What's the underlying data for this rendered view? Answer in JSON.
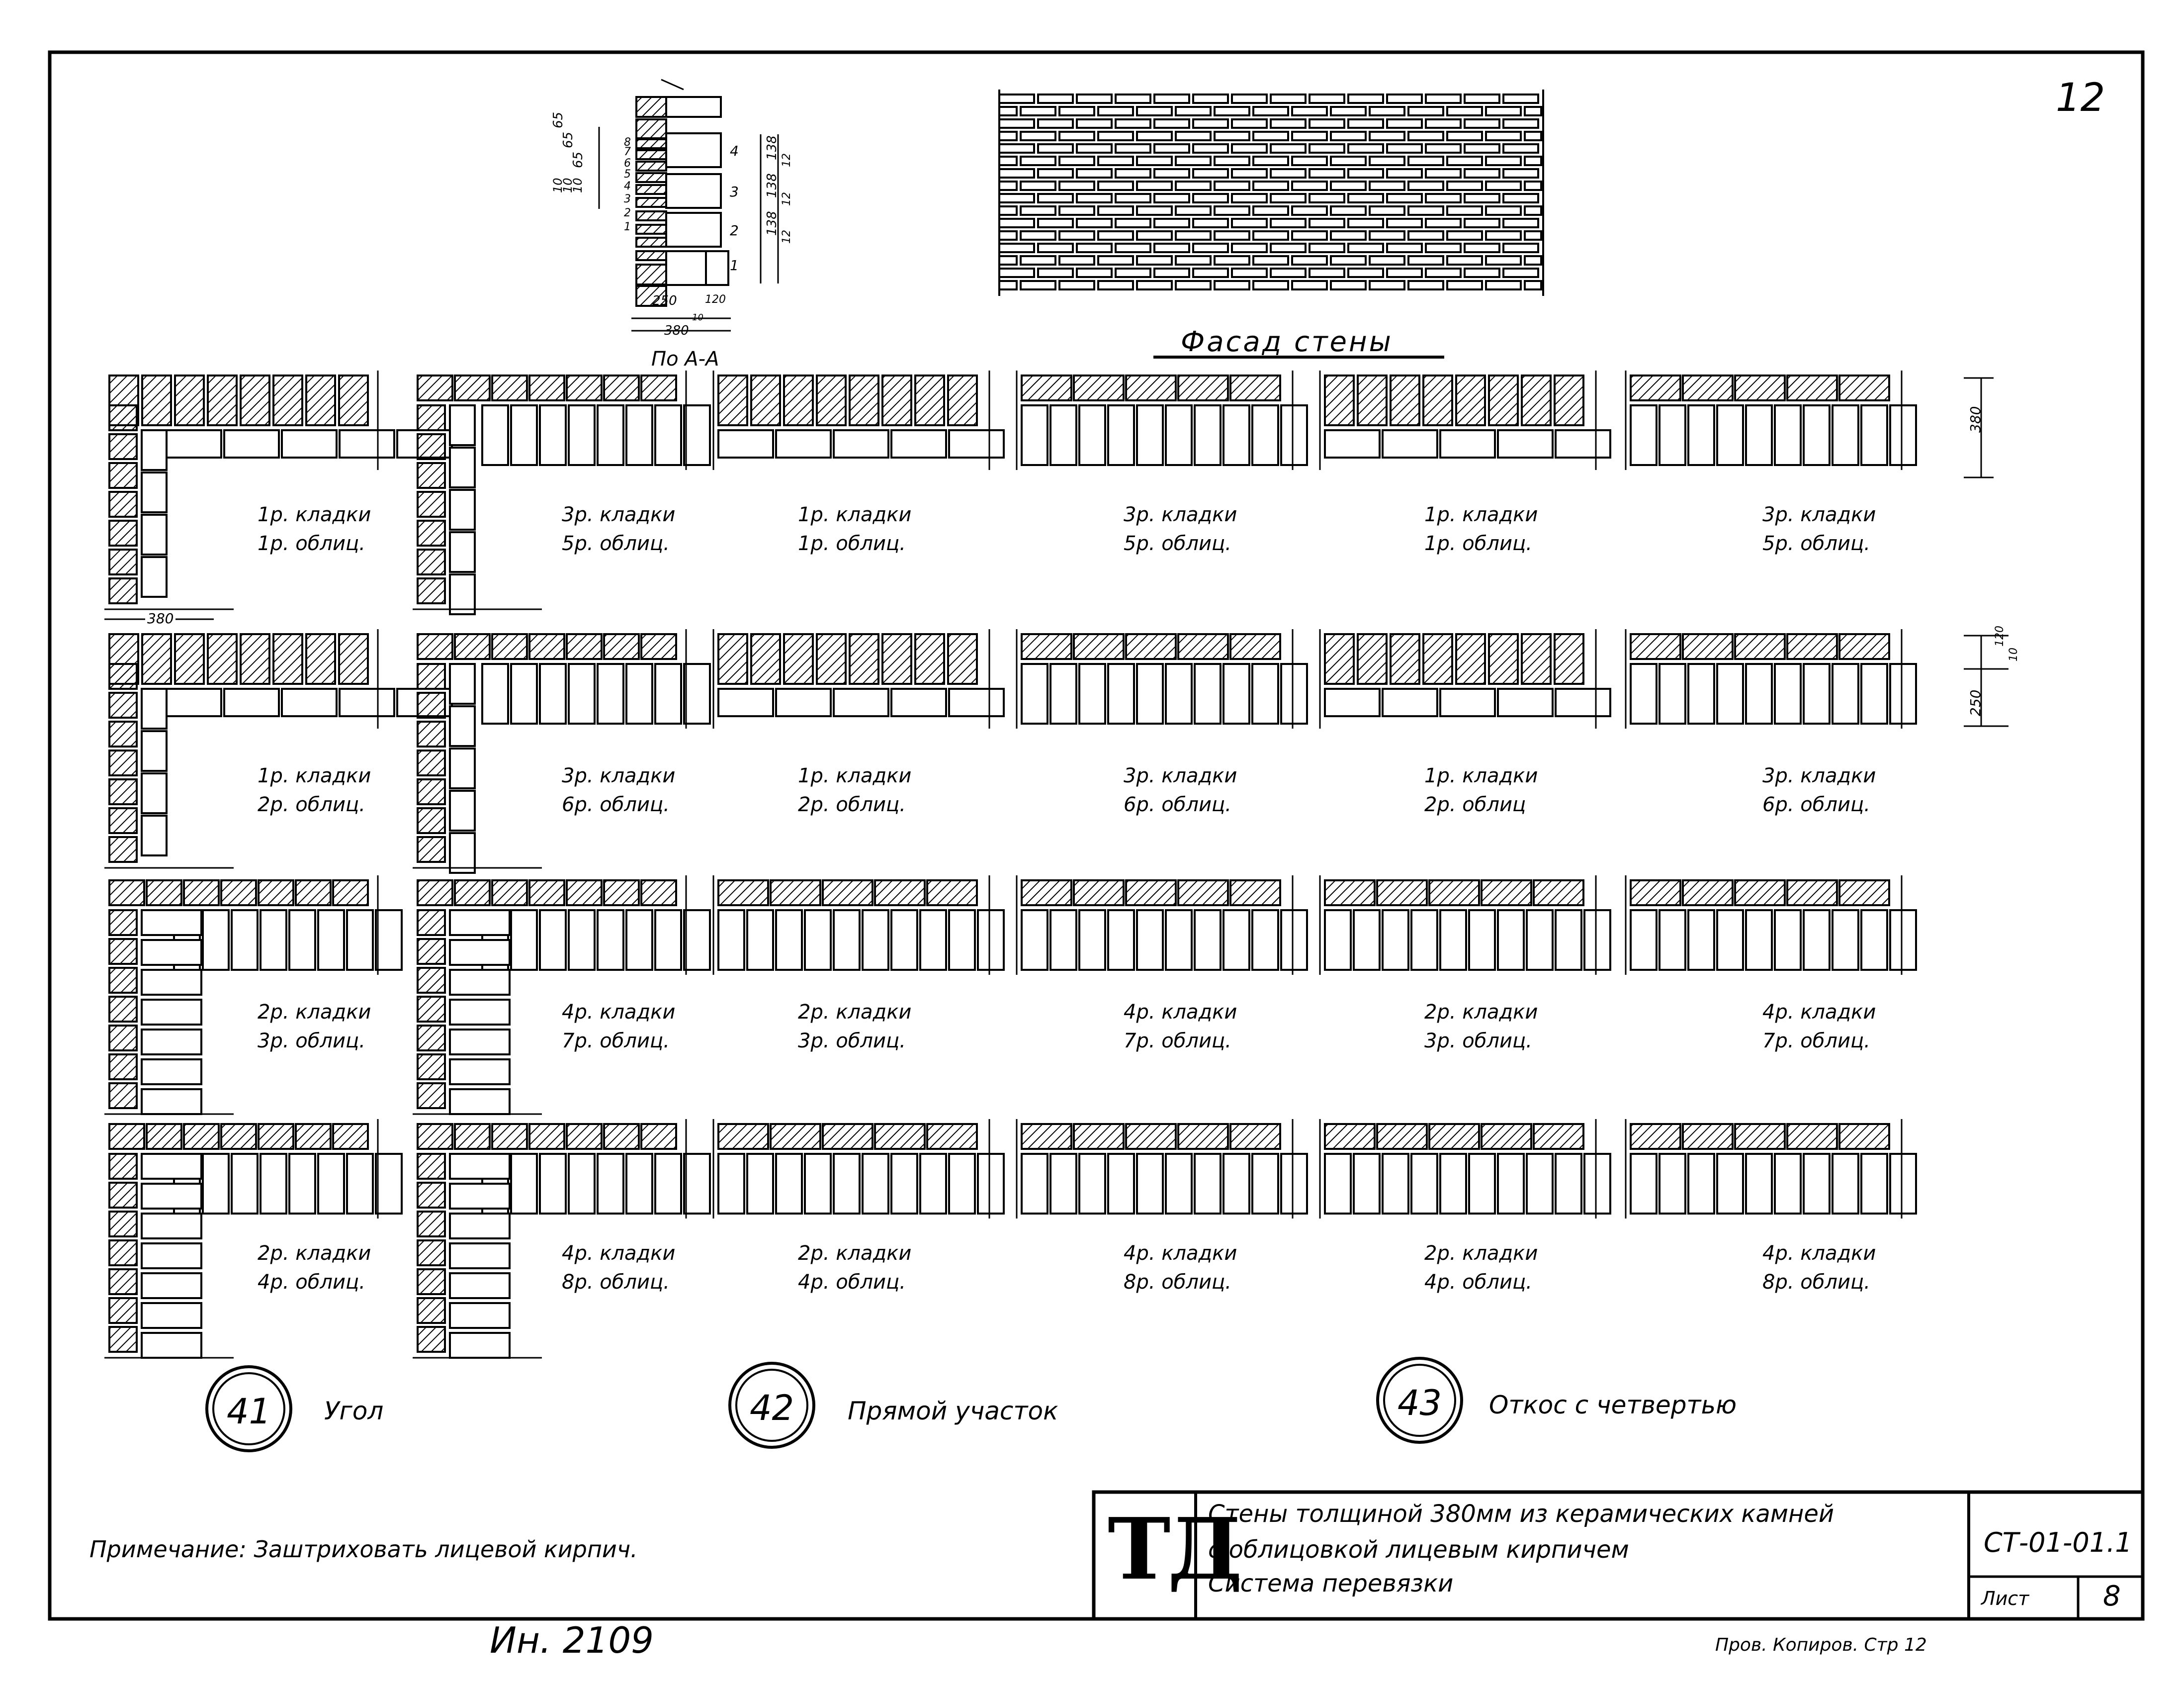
{
  "page_number": "12",
  "section_label": "По А-А",
  "section_dims": {
    "left": [
      "65",
      "65",
      "65",
      "10",
      "10",
      "10"
    ],
    "right": [
      "138",
      "12",
      "138",
      "12",
      "138",
      "12"
    ],
    "bottom": [
      "250",
      "120",
      "10",
      "380"
    ],
    "row_numbers_left": [
      "8",
      "7",
      "6",
      "5",
      "4",
      "3",
      "2",
      "1"
    ],
    "row_numbers_right": [
      "4",
      "3",
      "2",
      "1"
    ]
  },
  "facade_title": "Фасад стены",
  "dims": {
    "corner_width": "380",
    "side_top": "380",
    "side_mid_small": [
      "120",
      "10"
    ],
    "side_mid": "250"
  },
  "cells": [
    [
      "1р. кладки",
      "1р. облиц."
    ],
    [
      "3р. кладки",
      "5р. облиц."
    ],
    [
      "1р. кладки",
      "1р. облиц."
    ],
    [
      "3р. кладки",
      "5р. облиц."
    ],
    [
      "1р. кладки",
      "1р. облиц."
    ],
    [
      "3р. кладки",
      "5р. облиц."
    ],
    [
      "1р. кладки",
      "2р. облиц."
    ],
    [
      "3р. кладки",
      "6р. облиц."
    ],
    [
      "1р. кладки",
      "2р. облиц."
    ],
    [
      "3р. кладки",
      "6р. облиц."
    ],
    [
      "1р. кладки",
      "2р. облиц"
    ],
    [
      "3р. кладки",
      "6р. облиц."
    ],
    [
      "2р. кладки",
      "3р. облиц."
    ],
    [
      "4р. кладки",
      "7р. облиц."
    ],
    [
      "2р. кладки",
      "3р. облиц."
    ],
    [
      "4р. кладки",
      "7р. облиц."
    ],
    [
      "2р. кладки",
      "3р. облиц."
    ],
    [
      "4р. кладки",
      "7р. облиц."
    ],
    [
      "2р. кладки",
      "4р. облиц."
    ],
    [
      "4р. кладки",
      "8р. облиц."
    ],
    [
      "2р. кладки",
      "4р. облиц."
    ],
    [
      "4р. кладки",
      "8р. облиц."
    ],
    [
      "2р. кладки",
      "4р. облиц."
    ],
    [
      "4р. кладки",
      "8р. облиц."
    ]
  ],
  "details": [
    {
      "number": "41",
      "caption": "Угол"
    },
    {
      "number": "42",
      "caption": "Прямой участок"
    },
    {
      "number": "43",
      "caption": "Откос с четвертью"
    }
  ],
  "note": "Примечание: Заштриховать лицевой кирпич.",
  "title_block": {
    "logo": "ТД",
    "title_line1": "Стены толщиной 380мм из керамических камней",
    "title_line2": "с облицовкой лицевым кирпичем",
    "title_line3": "Система перевязки",
    "code": "СТ-01-01.1",
    "sheet_label": "Лист",
    "sheet_number": "8"
  },
  "stamp_inventory": "Ин. 2109",
  "footer_right": "Пров. Копиров. Стр 12"
}
